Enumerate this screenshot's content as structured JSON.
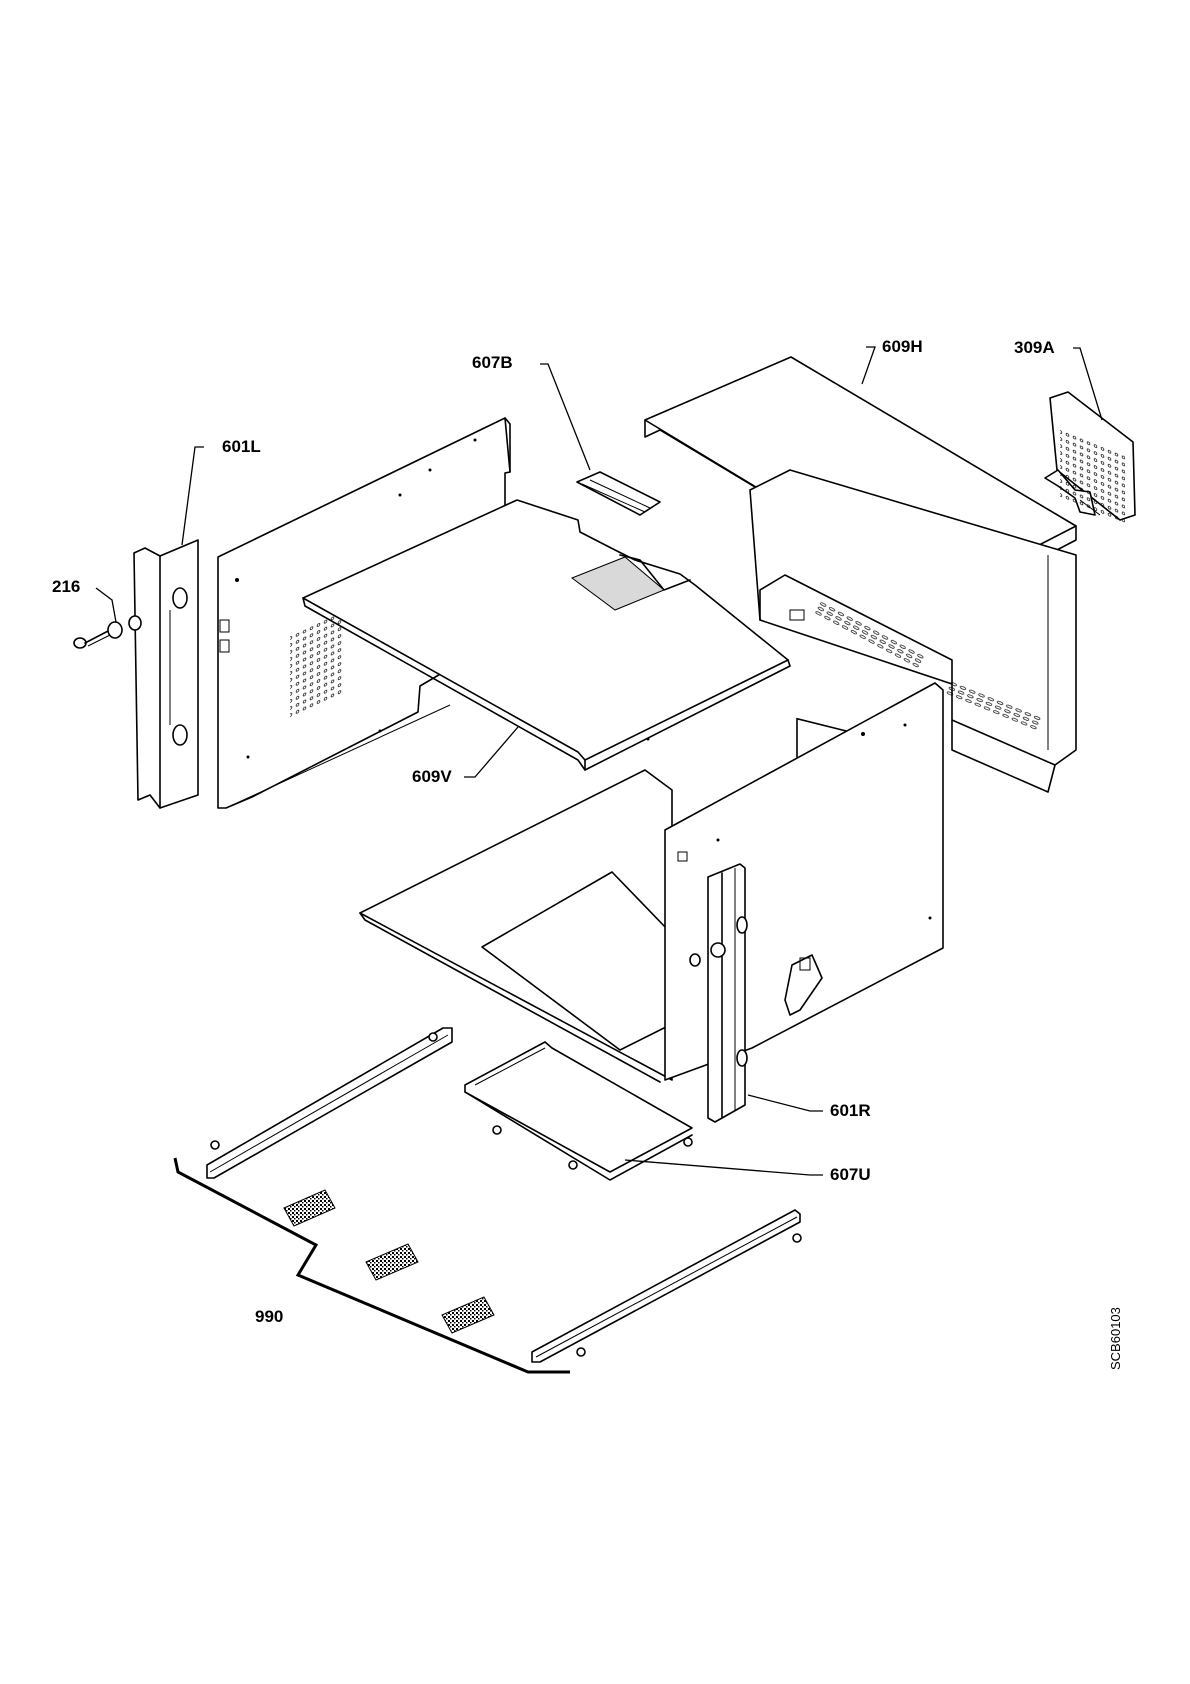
{
  "labels": {
    "p216": "216",
    "p601L": "601L",
    "p607B": "607B",
    "p609H": "609H",
    "p309A": "309A",
    "p609V": "609V",
    "p601R": "601R",
    "p607U": "607U",
    "p990": "990"
  },
  "drawing_id": "SCB60103"
}
